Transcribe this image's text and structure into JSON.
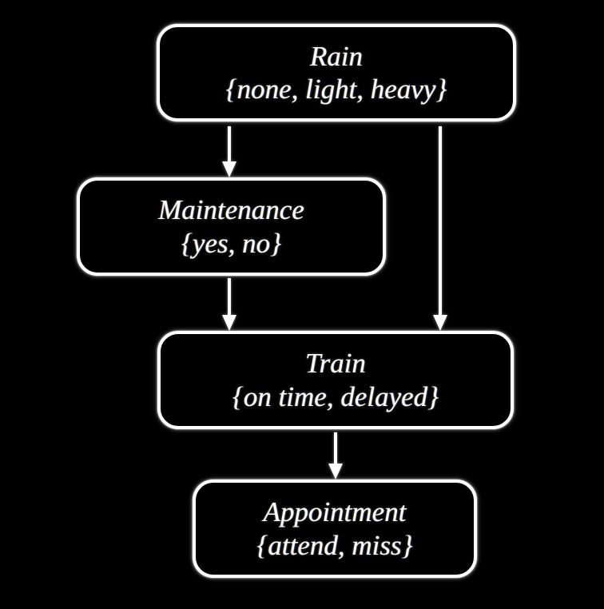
{
  "diagram": {
    "type": "bayesian-network",
    "background_color": "#000000",
    "node_color": "#ffffff",
    "edge_color": "#ffffff",
    "nodes": [
      {
        "id": "rain",
        "title": "Rain",
        "values": "{none, light, heavy}"
      },
      {
        "id": "maintenance",
        "title": "Maintenance",
        "values": "{yes, no}"
      },
      {
        "id": "train",
        "title": "Train",
        "values": "{on time, delayed}"
      },
      {
        "id": "appointment",
        "title": "Appointment",
        "values": "{attend, miss}"
      }
    ],
    "edges": [
      {
        "id": "rain-maintenance",
        "from": "rain",
        "to": "maintenance"
      },
      {
        "id": "rain-train",
        "from": "rain",
        "to": "train"
      },
      {
        "id": "maintenance-train",
        "from": "maintenance",
        "to": "train"
      },
      {
        "id": "train-appointment",
        "from": "train",
        "to": "appointment"
      }
    ]
  }
}
